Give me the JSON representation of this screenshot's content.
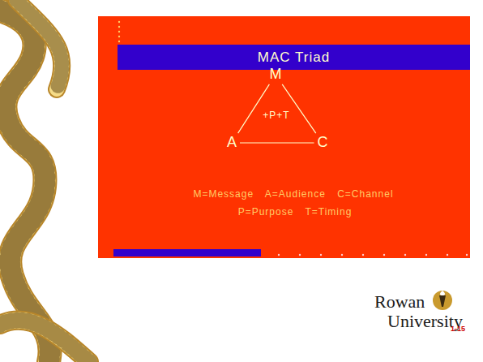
{
  "diagram": {
    "title": "MAC Triad",
    "nodes": [
      {
        "text": [
          "M"
        ]
      },
      {
        "text": [
          "A"
        ]
      },
      {
        "text": [
          "C"
        ]
      }
    ],
    "edges": [
      {
        "from": 0,
        "to": 1,
        "arrow": "none"
      },
      {
        "from": 0,
        "to": 2,
        "arrow": "none"
      },
      {
        "from": 1,
        "to": 2,
        "arrow": "none"
      }
    ],
    "labels": [
      "+P+T",
      "M=Message A=Audience C=Channel",
      "P=Purpose T=Timing",
      "Rowan University",
      "1-15"
    ]
  }
}
